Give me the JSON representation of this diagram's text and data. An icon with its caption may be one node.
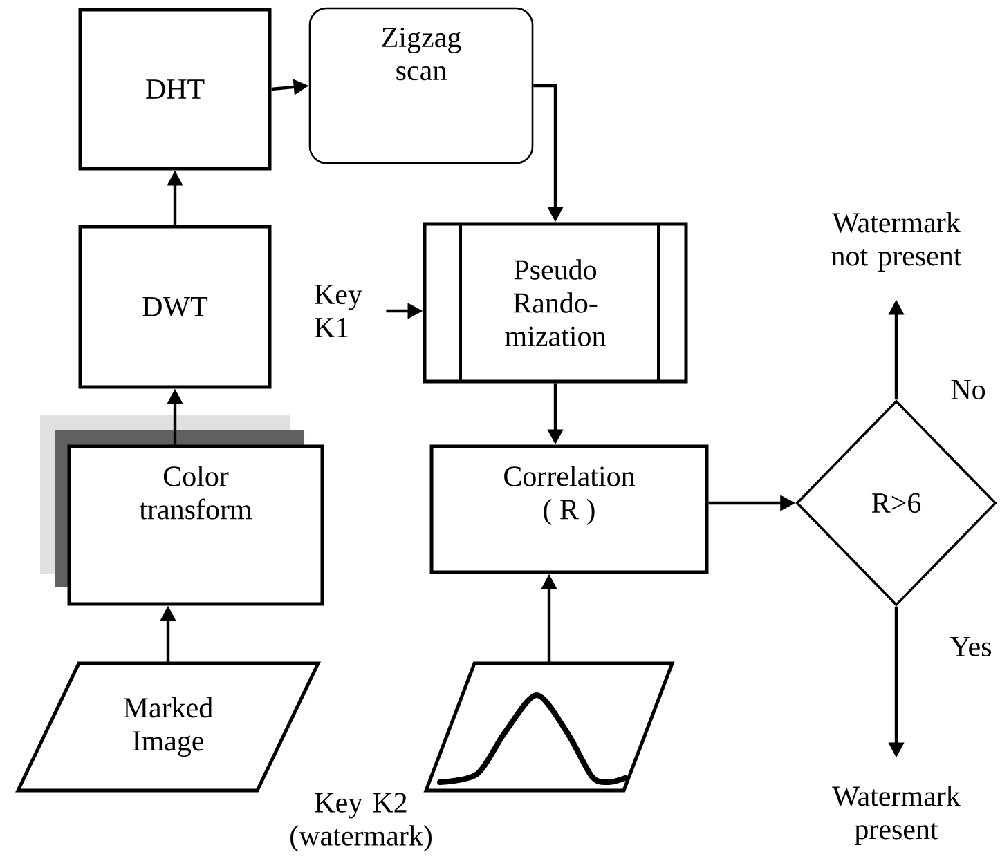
{
  "diagram": {
    "nodes": [
      {
        "text": [
          "DHT"
        ]
      },
      {
        "text": [
          "Zigzag scan"
        ]
      },
      {
        "text": [
          "Key K1"
        ]
      },
      {
        "text": [
          "DWT"
        ]
      },
      {
        "text": [
          "Pseudo Rando- mization"
        ]
      },
      {
        "text": [
          "Color transform"
        ]
      },
      {
        "text": [
          "Correlation ( R )"
        ]
      },
      {
        "text": [
          "R>6"
        ]
      },
      {
        "text": [
          "Watermark not present"
        ]
      },
      {
        "text": [
          "Marked Image"
        ]
      },
      {
        "text": [],
        "shape": "parallelogram"
      },
      {
        "text": [
          "Key K2 (watermark)"
        ]
      },
      {
        "text": [
          "Watermark present"
        ]
      }
    ],
    "edges": [
      {
        "from": 3,
        "to": 0,
        "arrow": "to"
      },
      {
        "from": 0,
        "to": 1,
        "arrow": "to"
      },
      {
        "from": 1,
        "to": 4,
        "arrow": "to"
      },
      {
        "from": 2,
        "to": 4,
        "arrow": "to"
      },
      {
        "from": 5,
        "to": 3,
        "arrow": "to"
      },
      {
        "from": 4,
        "to": 6,
        "arrow": "to"
      },
      {
        "from": 9,
        "to": 5,
        "arrow": "to"
      },
      {
        "from": 10,
        "to": 6,
        "arrow": "to"
      },
      {
        "from": 6,
        "to": 7,
        "arrow": "to"
      },
      {
        "from": 7,
        "to": 8,
        "label": "No",
        "arrow": "to"
      },
      {
        "from": 7,
        "to": 12,
        "label": "Yes",
        "arrow": "to"
      }
    ]
  }
}
